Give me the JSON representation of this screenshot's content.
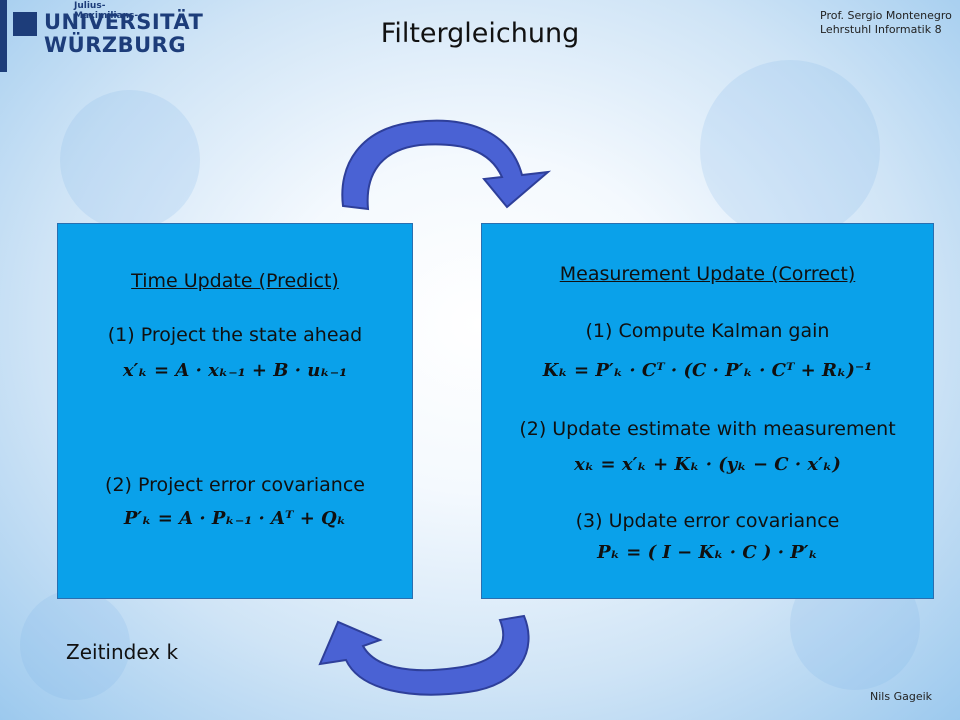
{
  "header": {
    "logo": {
      "line1": "Julius-Maximilians-",
      "line2": "UNIVERSITÄT",
      "line3": "WÜRZBURG"
    },
    "title": "Filtergleichung",
    "author_info": "Prof. Sergio Montenegro\nLehrstuhl Informatik 8"
  },
  "time_update": {
    "heading": "Time Update (Predict)",
    "step1": "(1) Project the state ahead",
    "eq1": "x′ₖ = A · xₖ₋₁ + B · uₖ₋₁",
    "step2": "(2) Project error covariance",
    "eq2": "P′ₖ = A · Pₖ₋₁ · Aᵀ + Qₖ"
  },
  "measurement_update": {
    "heading": "Measurement Update (Correct)",
    "step1": "(1) Compute Kalman gain",
    "eq1": "Kₖ = P′ₖ · Cᵀ · (C · P′ₖ · Cᵀ + Rₖ)⁻¹",
    "step2": "(2) Update estimate with measurement",
    "eq2": "xₖ = x′ₖ + Kₖ · (yₖ − C · x′ₖ)",
    "step3": "(3) Update error covariance",
    "eq3": "Pₖ = ( I − Kₖ · C ) · P′ₖ"
  },
  "footer": {
    "time_index": "Zeitindex k",
    "presenter": "Nils Gageik"
  },
  "colors": {
    "box": "#0aa1ea",
    "arrow": "#4a62d4",
    "logo": "#1d3d7a"
  }
}
